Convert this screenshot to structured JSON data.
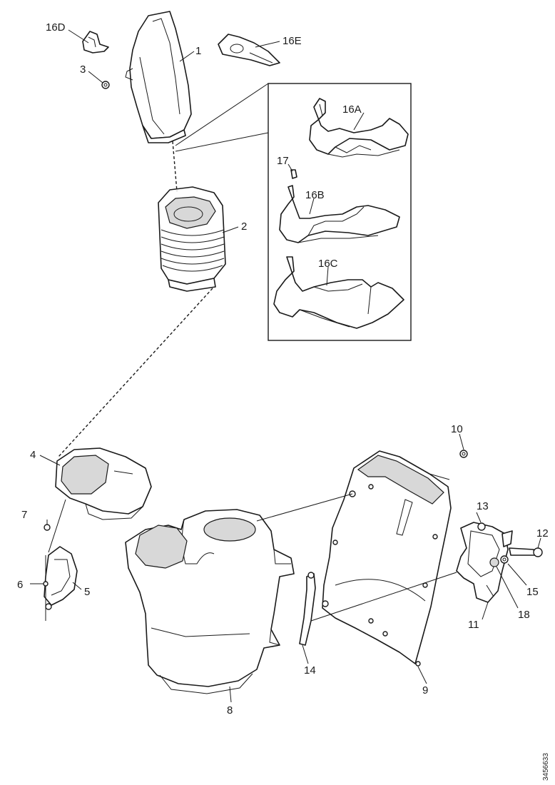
{
  "callouts": {
    "c1": "1",
    "c2": "2",
    "c3": "3",
    "c4": "4",
    "c5": "5",
    "c6": "6",
    "c7": "7",
    "c8": "8",
    "c9": "9",
    "c10": "10",
    "c11": "11",
    "c12": "12",
    "c13": "13",
    "c14": "14",
    "c15": "15",
    "c16a": "16A",
    "c16b": "16B",
    "c16c": "16C",
    "c16d": "16D",
    "c16e": "16E",
    "c17": "17",
    "c18": "18"
  },
  "reference": "3456633"
}
